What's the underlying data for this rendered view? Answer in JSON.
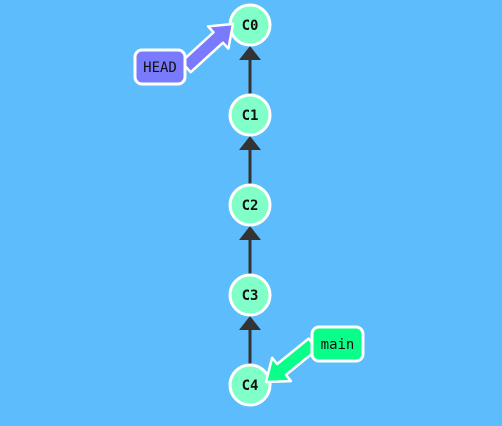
{
  "colors": {
    "background": "#5cbcfc",
    "commit_fill": "#80ffc8",
    "commit_stroke": "#ffffff",
    "edge": "#333333",
    "head_fill": "#7a7aff",
    "main_fill": "#0aff8a"
  },
  "commits": [
    {
      "id": "C0",
      "label": "C0"
    },
    {
      "id": "C1",
      "label": "C1"
    },
    {
      "id": "C2",
      "label": "C2"
    },
    {
      "id": "C3",
      "label": "C3"
    },
    {
      "id": "C4",
      "label": "C4"
    }
  ],
  "edges": [
    {
      "from": "C1",
      "to": "C0"
    },
    {
      "from": "C2",
      "to": "C1"
    },
    {
      "from": "C3",
      "to": "C2"
    },
    {
      "from": "C4",
      "to": "C3"
    }
  ],
  "refs": [
    {
      "id": "head",
      "label": "HEAD",
      "target": "C0"
    },
    {
      "id": "main",
      "label": "main",
      "target": "C4"
    }
  ]
}
